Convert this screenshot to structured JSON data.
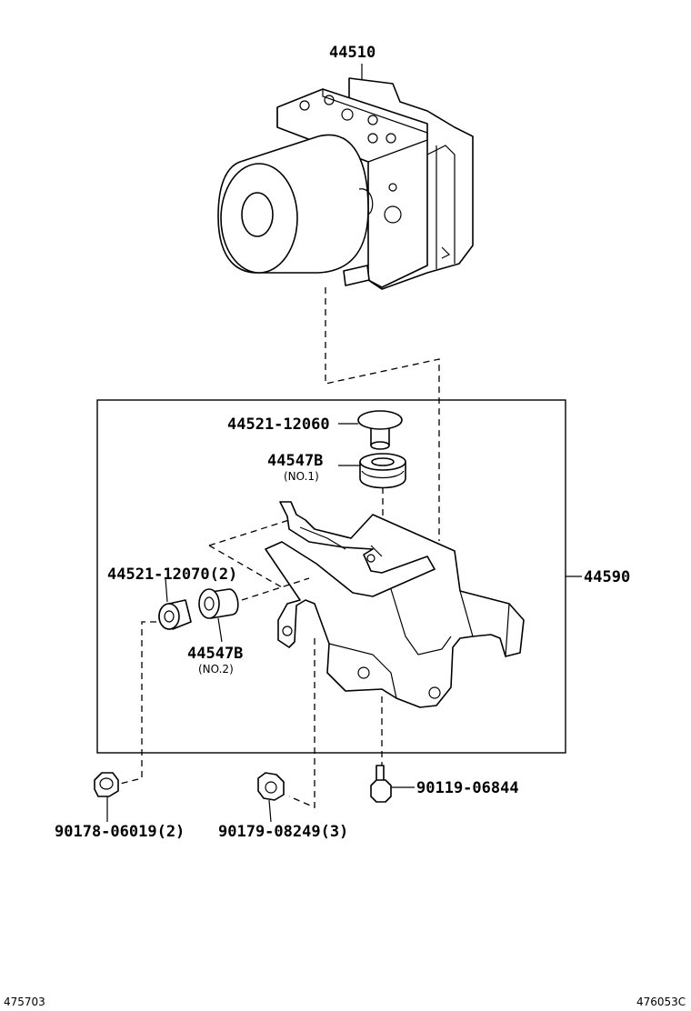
{
  "labels": {
    "actuator": "44510",
    "plug_top": "44521-12060",
    "cushion_top": "44547B",
    "cushion_top_note": "(NO.1)",
    "plug_side": "44521-12070(2)",
    "cushion_side": "44547B",
    "cushion_side_note": "(NO.2)",
    "bracket": "44590",
    "nut_left": "90178-06019(2)",
    "nut_mid": "90179-08249(3)",
    "bolt_right": "90119-06844"
  },
  "footer": {
    "left_code": "475703",
    "right_code": "476053C"
  },
  "icons": {
    "actuator": "abs-actuator-icon",
    "bracket": "bracket-icon",
    "plug": "plug-icon",
    "cushion": "cushion-icon",
    "nut": "nut-icon",
    "bolt": "bolt-icon"
  }
}
